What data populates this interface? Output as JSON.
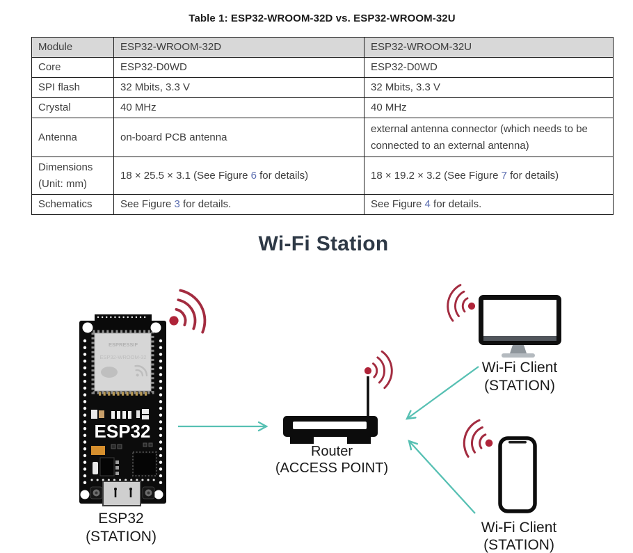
{
  "table": {
    "caption": "Table 1: ESP32-WROOM-32D vs. ESP32-WROOM-32U",
    "header": {
      "col1": "Module",
      "col2": "ESP32-WROOM-32D",
      "col3": "ESP32-WROOM-32U"
    },
    "rows": {
      "core": {
        "label": "Core",
        "d": "ESP32-D0WD",
        "u": "ESP32-D0WD"
      },
      "spi_flash": {
        "label": "SPI flash",
        "d": "32 Mbits, 3.3 V",
        "u": "32 Mbits, 3.3 V"
      },
      "crystal": {
        "label": "Crystal",
        "d": "40 MHz",
        "u": "40 MHz"
      },
      "antenna": {
        "label": "Antenna",
        "d": "on-board PCB antenna",
        "u": "external antenna connector (which needs to be connected to an external antenna)"
      },
      "dimensions": {
        "label_line1": "Dimensions",
        "label_line2": "(Unit: mm)",
        "d_pre": "18 × 25.5 × 3.1 (See Figure ",
        "d_link": "6",
        "d_post": " for details)",
        "u_pre": "18 × 19.2 × 3.2 (See Figure ",
        "u_link": "7",
        "u_post": " for details)"
      },
      "schematics": {
        "label": "Schematics",
        "d_pre": "See Figure ",
        "d_link": "3",
        "d_post": " for details.",
        "u_pre": "See Figure ",
        "u_link": "4",
        "u_post": " for details."
      }
    }
  },
  "diagram": {
    "title": "Wi-Fi Station",
    "esp32": {
      "board_text": "ESP32",
      "module_marking1": "ESPRESSIF",
      "module_marking2": "ESP32-WROOM-32",
      "label_line1": "ESP32",
      "label_line2": "(STATION)"
    },
    "router": {
      "label_line1": "Router",
      "label_line2": "(ACCESS POINT)"
    },
    "client_desktop": {
      "label_line1": "Wi-Fi Client",
      "label_line2": "(STATION)"
    },
    "client_phone": {
      "label_line1": "Wi-Fi Client",
      "label_line2": "(STATION)"
    },
    "colors": {
      "arrow_teal": "#57c0b3",
      "wifi_red": "#a32c40",
      "wifi_dot_red": "#af2439",
      "title_dark": "#2e3946",
      "figure_link_blue": "#5a6cb0",
      "header_gray": "#d8d8d8"
    }
  }
}
